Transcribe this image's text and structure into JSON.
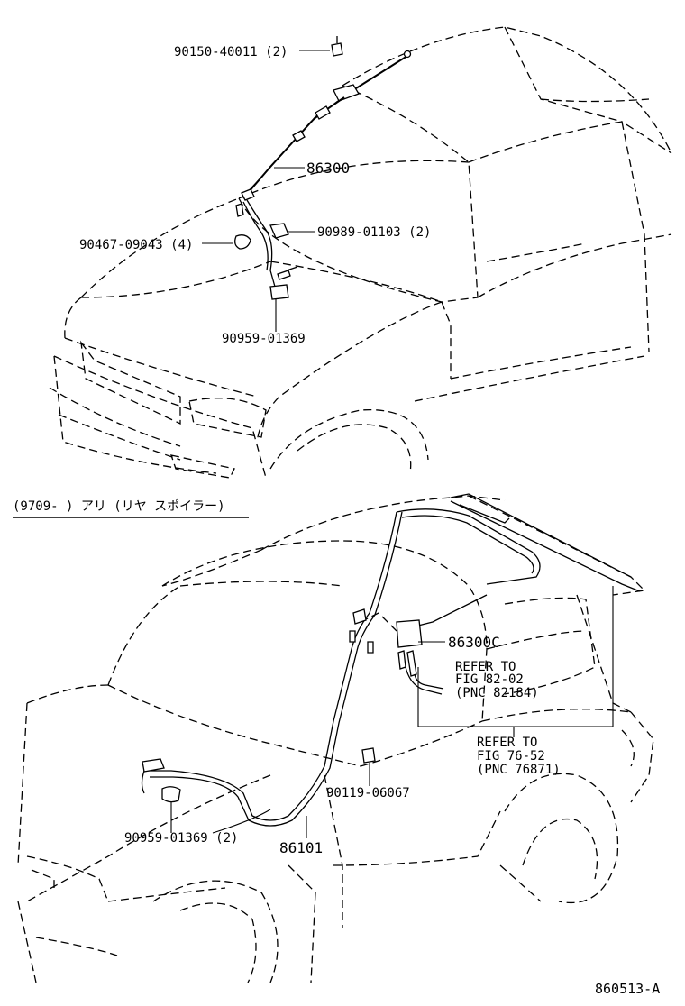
{
  "upper": {
    "labels": {
      "bolt": "90150-40011 (2)",
      "antenna": "86300",
      "clip_right": "90989-01103 (2)",
      "clip_left": "90467-09043 (4)",
      "connector": "90959-01369"
    }
  },
  "lower": {
    "section_heading": "(9709-        ) アリ (リヤ  スポイラー)",
    "labels": {
      "antenna_c": "86300C",
      "refer1_l1": "REFER  TO",
      "refer1_l2": "FIG  82-02",
      "refer1_l3": "(PNC  82184)",
      "refer2_l1": "REFER  TO",
      "refer2_l2": "FIG  76-52",
      "refer2_l3": "(PNC  76871)",
      "screw": "90119-06067",
      "connector2": "90959-01369 (2)",
      "cable": "86101"
    }
  },
  "figure_code": "860513-A"
}
